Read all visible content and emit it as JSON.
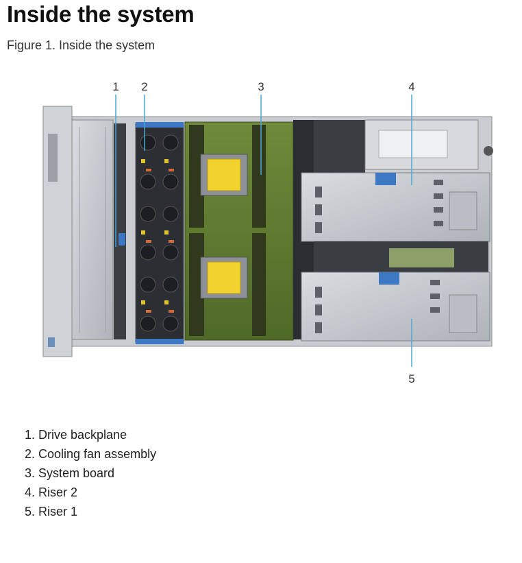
{
  "page": {
    "title": "Inside the system",
    "caption": "Figure 1. Inside the system"
  },
  "figure": {
    "callouts": [
      "1",
      "2",
      "3",
      "4",
      "5"
    ]
  },
  "legend": {
    "items": [
      "1. Drive backplane",
      "2. Cooling fan assembly",
      "3. System board",
      "4. Riser 2",
      "5. Riser 1"
    ]
  }
}
